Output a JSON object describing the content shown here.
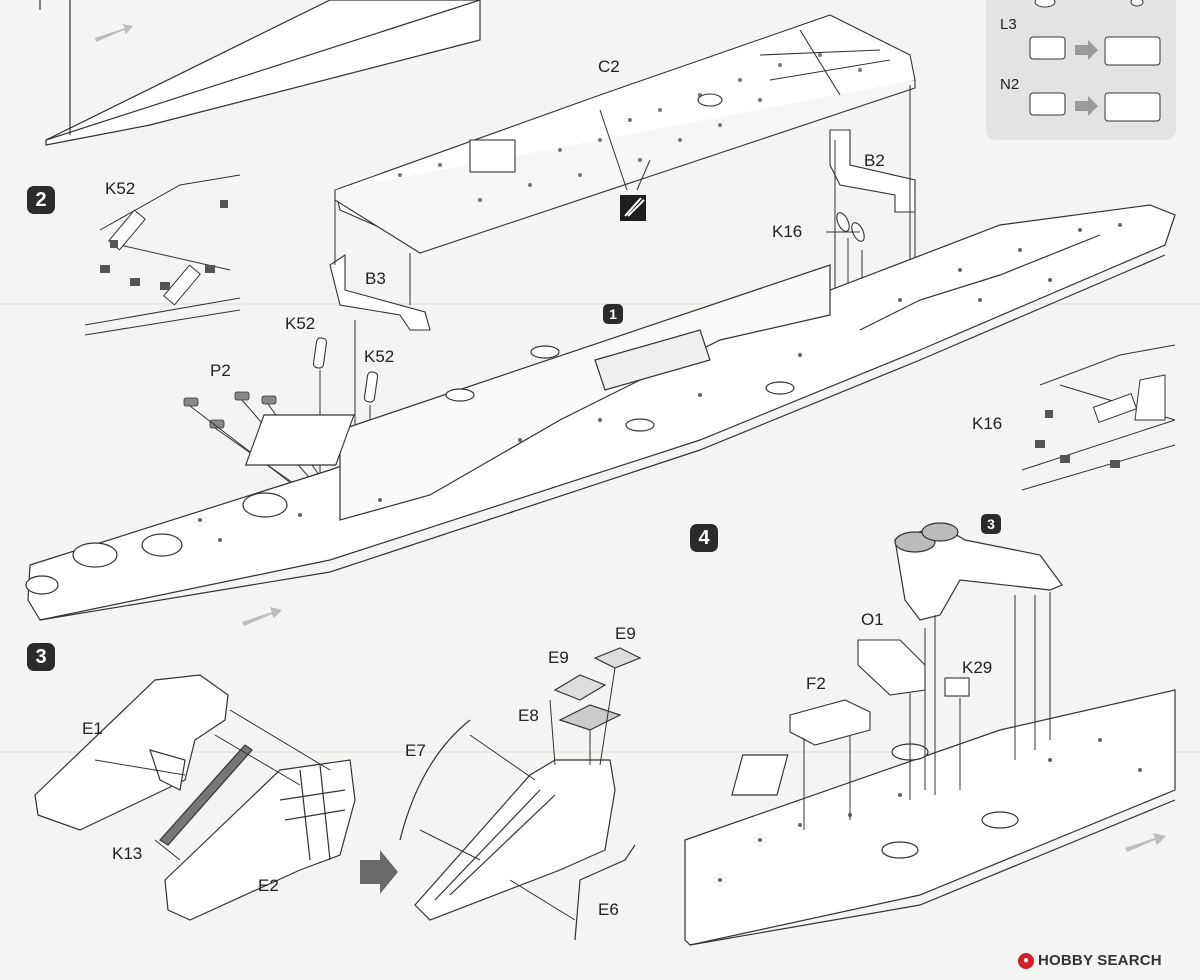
{
  "steps": {
    "s1": "1",
    "s2": "2",
    "s3": "3",
    "s4": "4",
    "ref3": "3"
  },
  "legend": {
    "l3": "L3",
    "n2": "N2"
  },
  "labels": {
    "c2": "C2",
    "b2": "B2",
    "b3": "B3",
    "k16_main": "K16",
    "k16_detail": "K16",
    "k52_detail": "K52",
    "k52_a": "K52",
    "k52_b": "K52",
    "p2": "P2",
    "e1": "E1",
    "e2": "E2",
    "k13": "K13",
    "e6": "E6",
    "e7": "E7",
    "e8": "E8",
    "e9_a": "E9",
    "e9_b": "E9",
    "o1": "O1",
    "f2": "F2",
    "k29": "K29"
  },
  "watermark": {
    "text": "HOBBY SEARCH",
    "icon": "hobby-search-logo"
  },
  "colors": {
    "paper": "#f4f4f2",
    "ink": "#2b2b2b",
    "arrow_gray": "#9a9a9a",
    "legend_bg": "#e3e3e3"
  }
}
